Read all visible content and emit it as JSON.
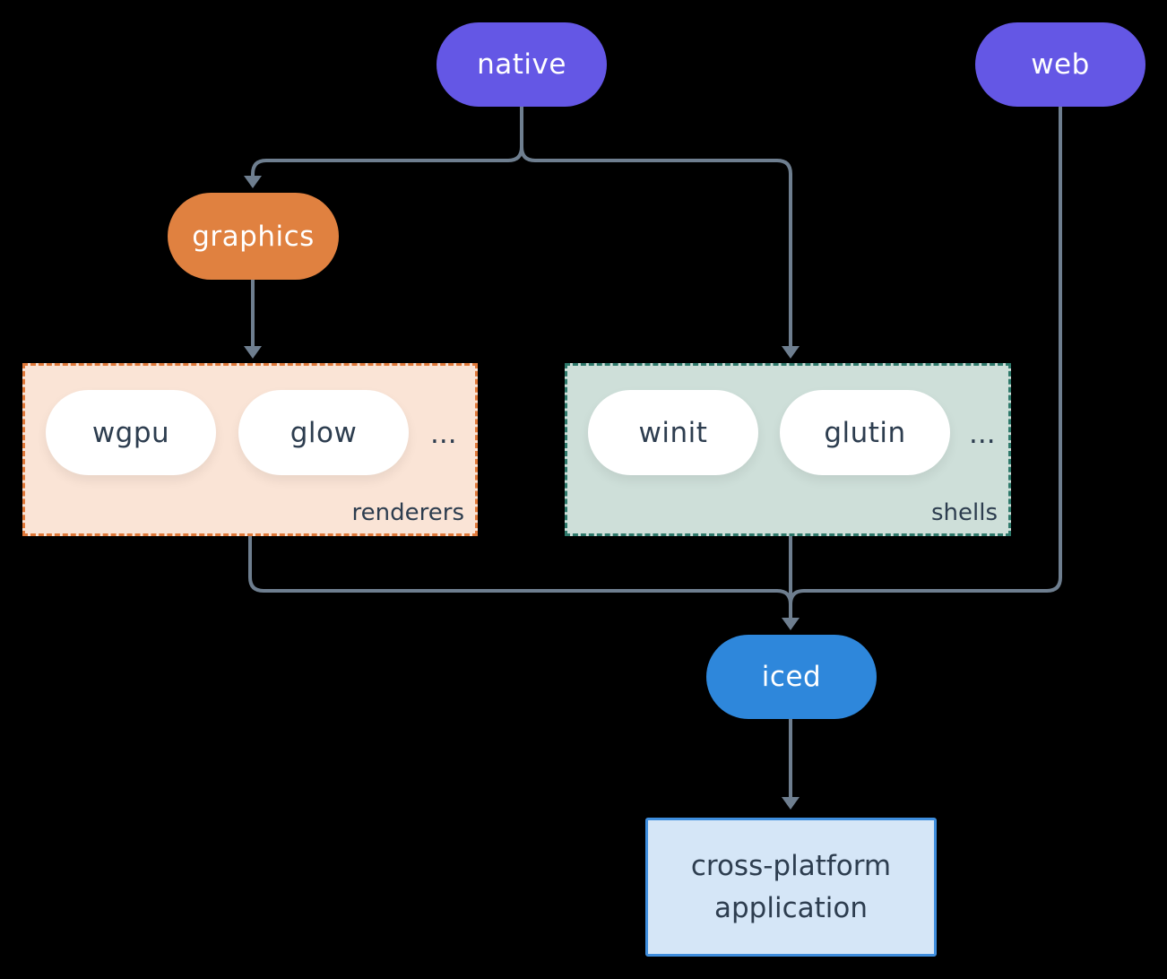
{
  "nodes": {
    "native": {
      "label": "native",
      "color": "#6457e5"
    },
    "web": {
      "label": "web",
      "color": "#6457e5"
    },
    "graphics": {
      "label": "graphics",
      "color": "#e08140"
    },
    "iced": {
      "label": "iced",
      "color": "#2e87db"
    },
    "application": {
      "line1": "cross-platform",
      "line2": "application",
      "bg": "#d5e6f7",
      "border": "#3f8ede"
    }
  },
  "groups": {
    "renderers": {
      "label": "renderers",
      "items": [
        "wgpu",
        "glow"
      ],
      "ellipsis": "...",
      "bg": "#fae4d6",
      "border": "#e0793a"
    },
    "shells": {
      "label": "shells",
      "items": [
        "winit",
        "glutin"
      ],
      "ellipsis": "...",
      "bg": "#cedfd9",
      "border": "#2e796b"
    }
  },
  "colors": {
    "purple": "#6457e5",
    "orange": "#e08140",
    "blue": "#2e87db",
    "peach_bg": "#fae4d6",
    "peach_border": "#e0793a",
    "teal_bg": "#cedfd9",
    "teal_border": "#2e796b",
    "app_bg": "#d5e6f7",
    "app_border": "#3f8ede",
    "edge": "#6e7e8f",
    "dark_text": "#2d3d4f",
    "pill_text": "#ffffff",
    "background": "#000000"
  }
}
